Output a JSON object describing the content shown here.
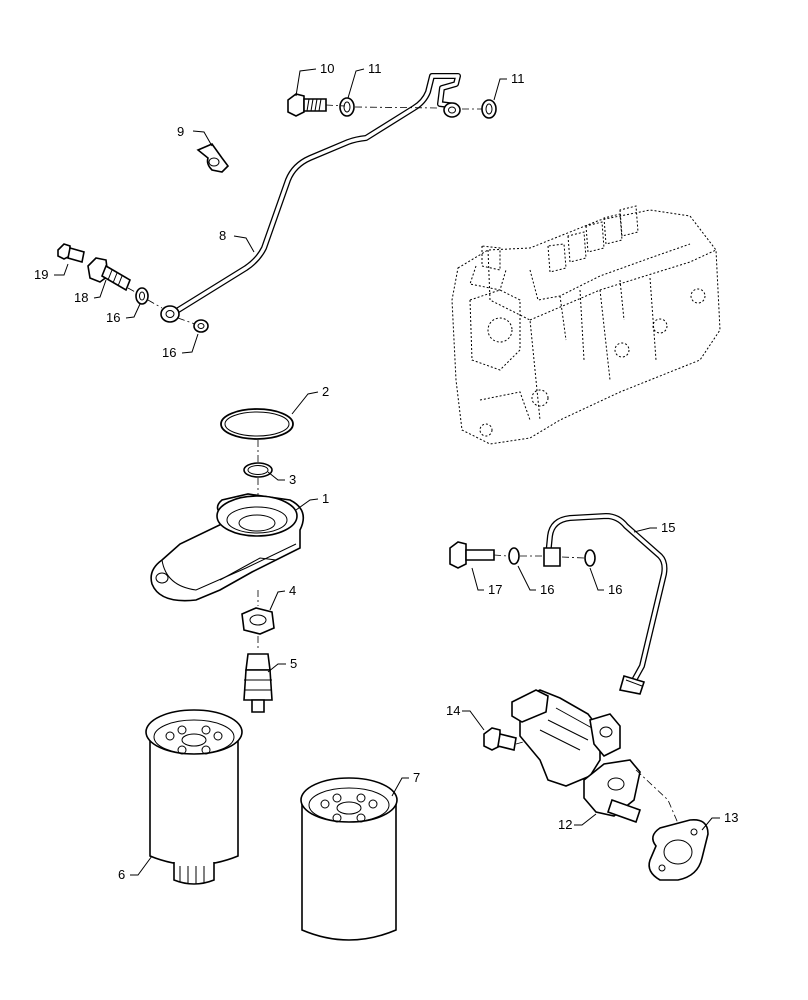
{
  "callouts": {
    "c1": "1",
    "c2": "2",
    "c3": "3",
    "c4": "4",
    "c5": "5",
    "c6": "6",
    "c7": "7",
    "c8": "8",
    "c9": "9",
    "c10": "10",
    "c11a": "11",
    "c11b": "11",
    "c12": "12",
    "c13": "13",
    "c14": "14",
    "c15": "15",
    "c16a": "16",
    "c16b": "16",
    "c16c": "16",
    "c16d": "16",
    "c17": "17",
    "c18": "18",
    "c19": "19"
  }
}
